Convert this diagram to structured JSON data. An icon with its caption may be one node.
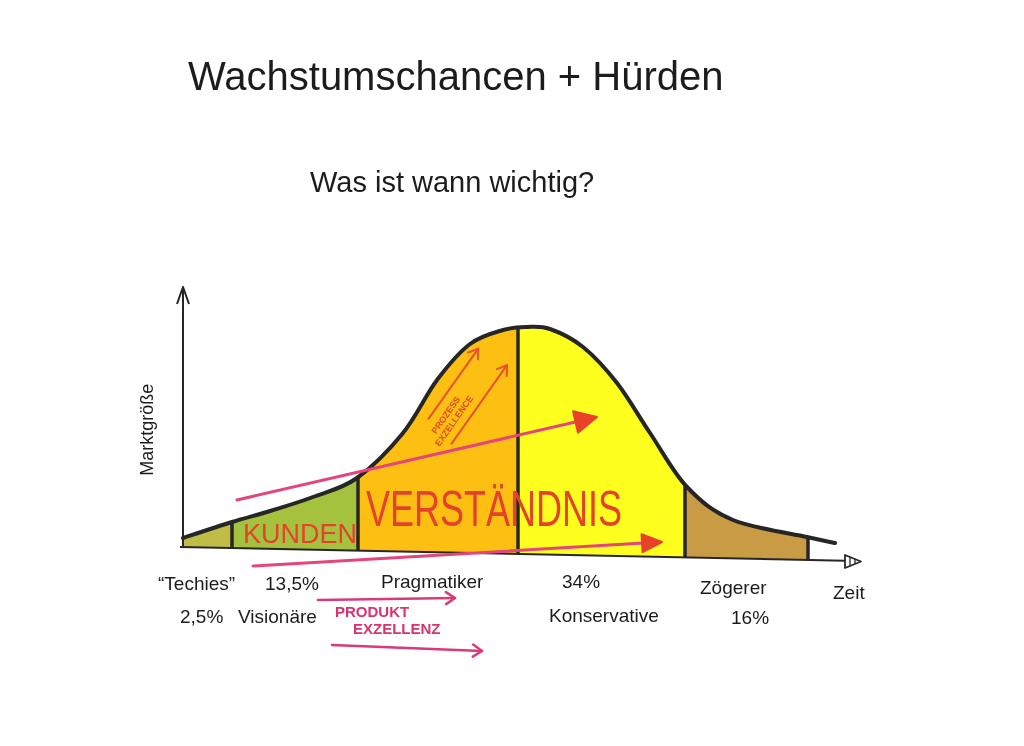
{
  "diagram": {
    "title": "Wachstumschancen + Hürden",
    "labels": [
      "Was ist wann wichtig?",
      "Marktgröße",
      "PROZESS EXZELLENCE",
      "KUNDENVERSTÄNDNIS",
      "“Techies”",
      "13,5%",
      "Pragmatiker",
      "34%",
      "Zögerer",
      "Zeit",
      "2,5%",
      "Visionäre",
      "PRODUKT EXZELLENZ",
      "Konservative",
      "16%"
    ]
  }
}
